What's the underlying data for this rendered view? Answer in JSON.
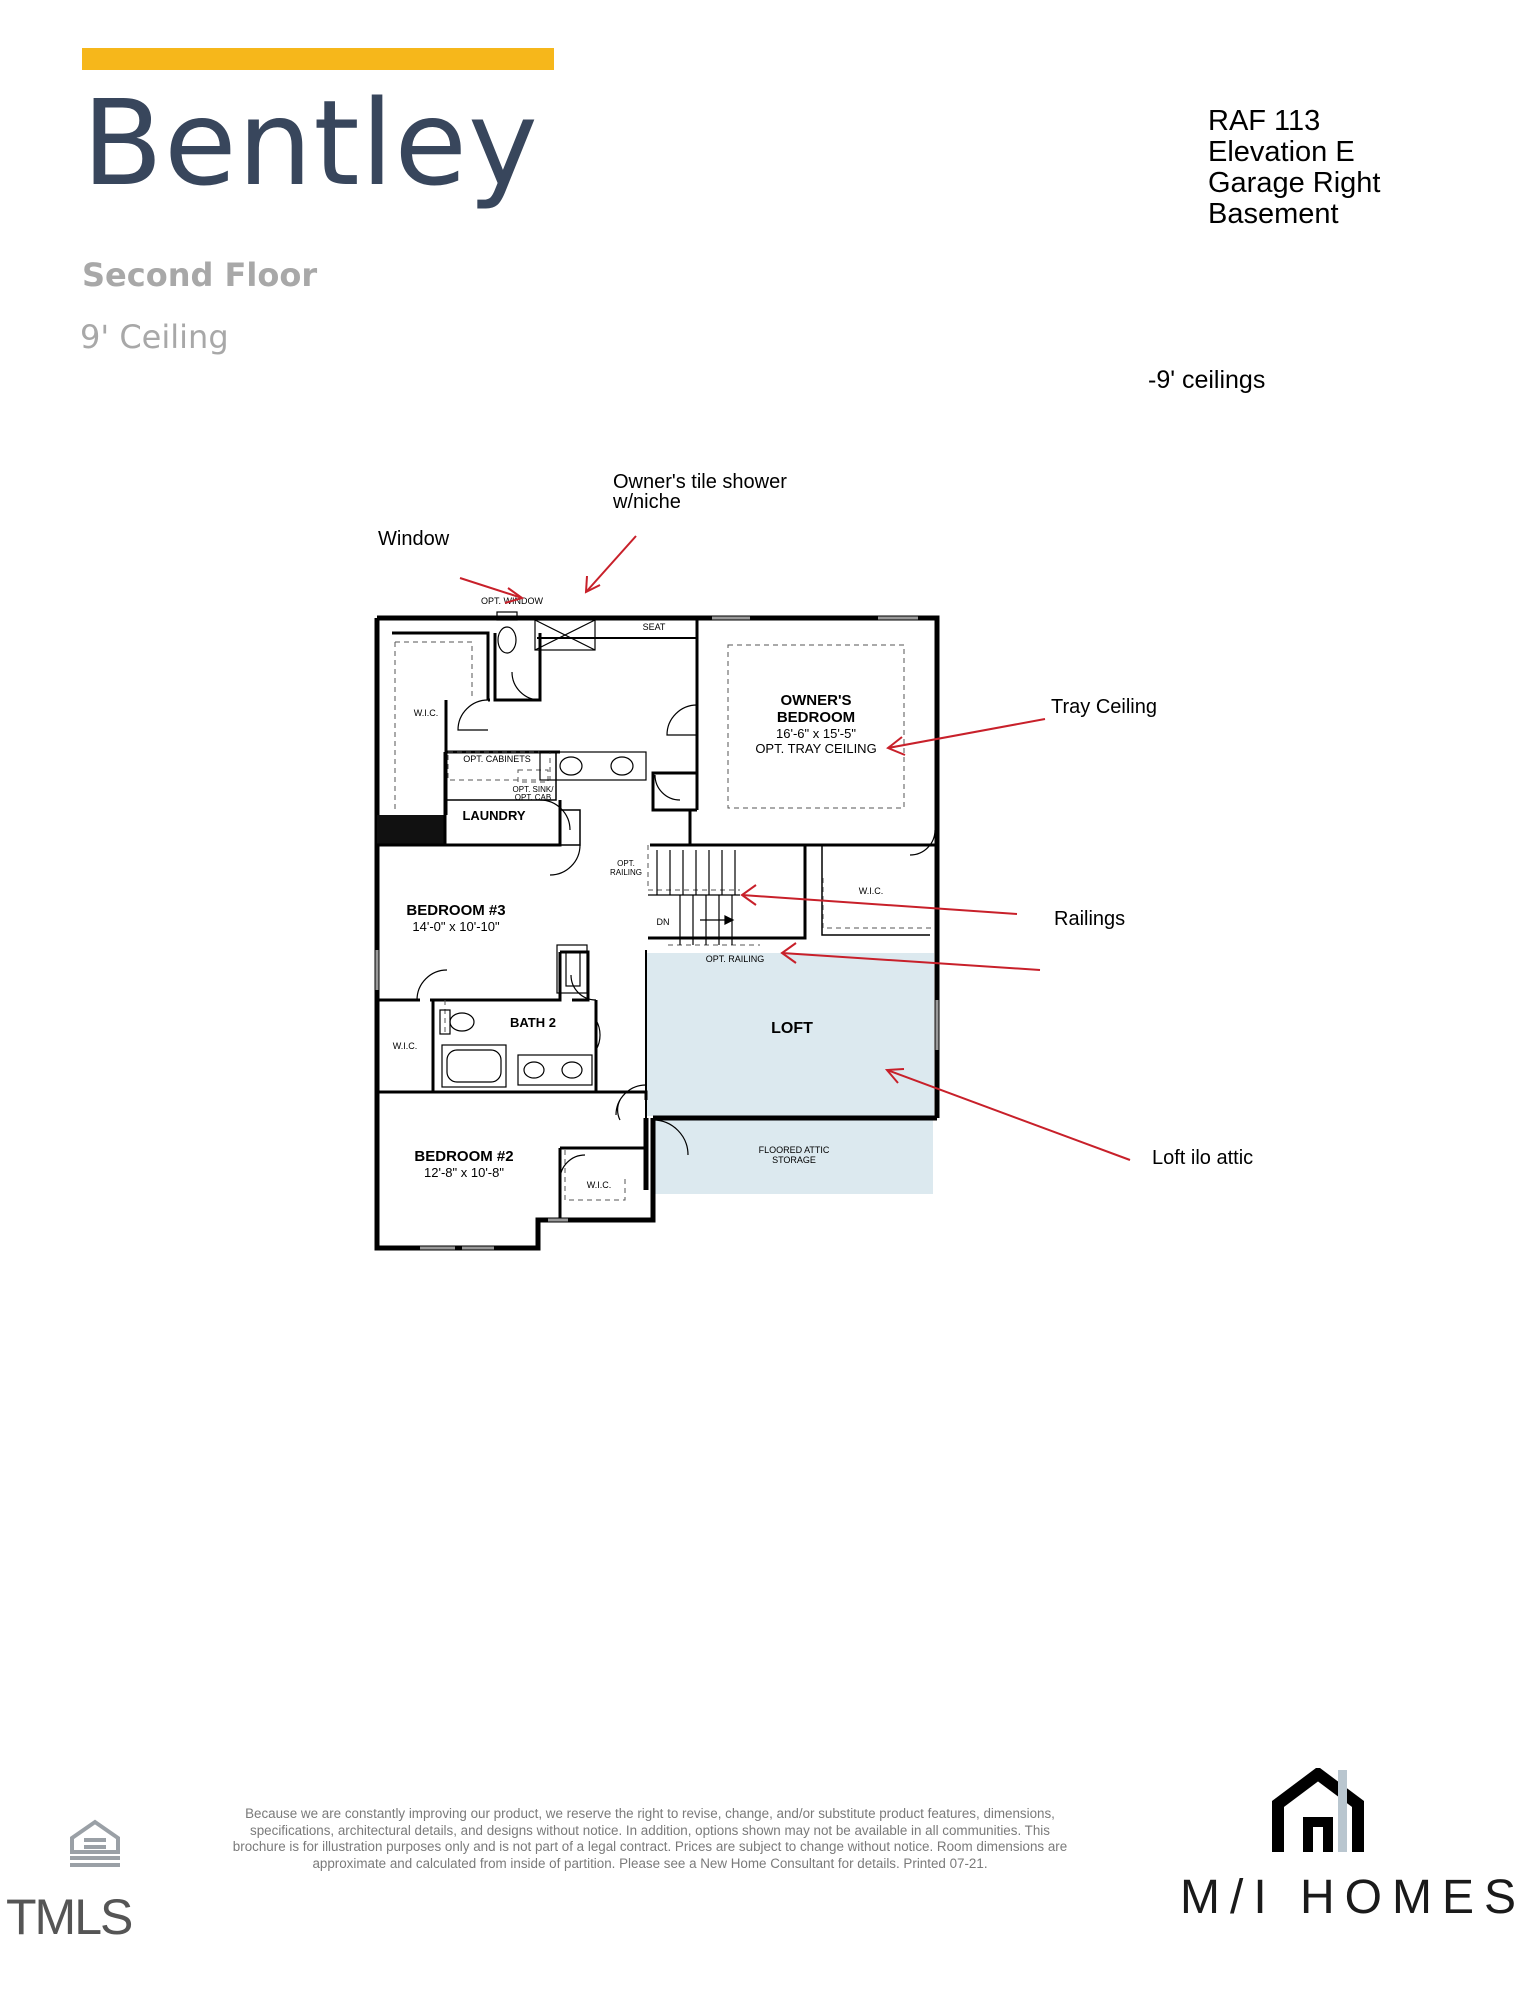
{
  "header": {
    "accent_color": "#F6B71B",
    "title": "Bentley",
    "subtitle": "Second Floor",
    "ceiling": "9' Ceiling"
  },
  "plan_info": {
    "line1": "RAF 113",
    "line2": "Elevation E",
    "line3": "Garage Right",
    "line4": "Basement"
  },
  "ceiling_note": "-9' ceilings",
  "annotations": {
    "window": "Window",
    "shower_1": "Owner's tile shower",
    "shower_2": "w/niche",
    "tray_ceiling": "Tray Ceiling",
    "railings": "Railings",
    "loft_attic": "Loft ilo attic",
    "arrow_color": "#C8202A"
  },
  "floorplan": {
    "opt_window": "OPT. WINDOW",
    "seat": "SEAT",
    "wic_owner": "W.I.C.",
    "owners_bedroom_1": "OWNER'S",
    "owners_bedroom_2": "BEDROOM",
    "owners_dims": "16'-6\" x 15'-5\"",
    "opt_tray": "OPT. TRAY CEILING",
    "opt_cabinets": "OPT. CABINETS",
    "opt_sink_1": "OPT. SINK/",
    "opt_sink_2": "OPT. CAB",
    "laundry": "LAUNDRY",
    "opt_railing_1": "OPT.",
    "opt_railing_2": "RAILING",
    "wic_right": "W.I.C.",
    "dn": "DN",
    "opt_railing_bottom": "OPT. RAILING",
    "bedroom3": "BEDROOM #3",
    "bedroom3_dims": "14'-0\" x 10'-10\"",
    "bath2": "BATH 2",
    "wic_bed3": "W.I.C.",
    "loft": "LOFT",
    "attic_1": "FLOORED ATTIC",
    "attic_2": "STORAGE",
    "bedroom2": "BEDROOM #2",
    "bedroom2_dims": "12'-8\" x 10'-8\"",
    "wic_bed2": "W.I.C.",
    "loft_fill": "#DCE9EF"
  },
  "footer": {
    "disclaimer": "Because we are constantly improving our product, we reserve the right to revise, change, and/or substitute product features, dimensions, specifications, architectural details, and designs without notice. In addition, options shown may not be available in all communities. This brochure is for illustration purposes only and is not part of a legal contract. Prices are subject to change without notice. Room dimensions are approximate and calculated from inside of partition. Please see a New Home Consultant for details. Printed 07-21.",
    "eho_icon": "equal-housing-lender-icon",
    "tmls": "TMLS",
    "brand": "M/I HOMES"
  }
}
